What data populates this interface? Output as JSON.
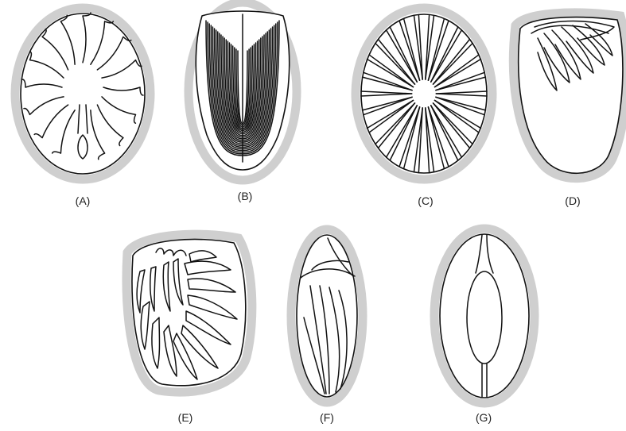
{
  "panels": [
    {
      "id": "A",
      "caption": "(A)"
    },
    {
      "id": "B",
      "caption": "(B)"
    },
    {
      "id": "C",
      "caption": "(C)"
    },
    {
      "id": "D",
      "caption": "(D)"
    },
    {
      "id": "E",
      "caption": "(E)"
    },
    {
      "id": "F",
      "caption": "(F)"
    },
    {
      "id": "G",
      "caption": "(G)"
    }
  ],
  "colors": {
    "testa": "#cfcfcf",
    "ink": "#111111",
    "background": "#ffffff"
  }
}
